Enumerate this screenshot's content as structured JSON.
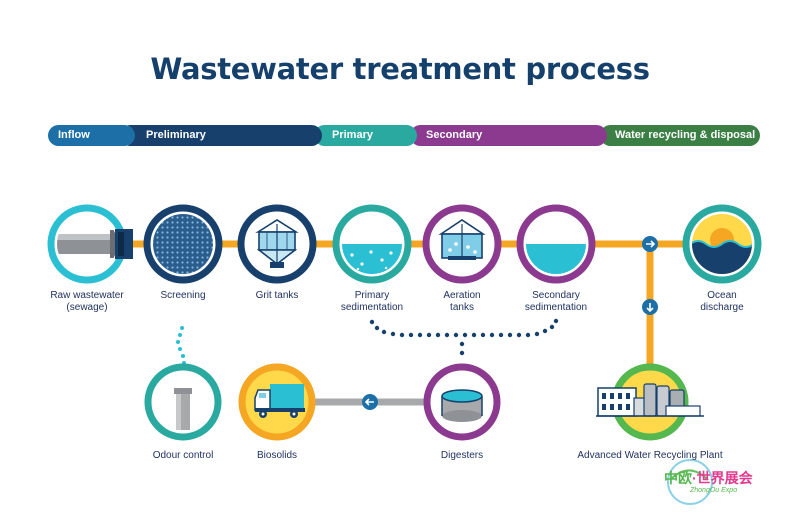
{
  "title": "Wastewater treatment process",
  "colors": {
    "navy": "#17406d",
    "blue": "#1d6fa8",
    "teal": "#2aa9a1",
    "purple": "#8b3a8f",
    "green": "#3b7f45",
    "orange": "#f5a623",
    "cyan": "#2bbfd3",
    "gray": "#a7a9ab"
  },
  "stages": [
    {
      "label": "Inflow"
    },
    {
      "label": "Preliminary"
    },
    {
      "label": "Primary"
    },
    {
      "label": "Secondary"
    },
    {
      "label": "Water recycling & disposal"
    }
  ],
  "nodes": [
    {
      "label": "Raw wastewater\n(sewage)",
      "icon": "pipe-icon"
    },
    {
      "label": "Screening",
      "icon": "screen-mesh-icon"
    },
    {
      "label": "Grit tanks",
      "icon": "grit-tank-icon"
    },
    {
      "label": "Primary\nsedimentation",
      "icon": "sedimentation-tank-icon"
    },
    {
      "label": "Aeration\ntanks",
      "icon": "aeration-tank-icon"
    },
    {
      "label": "Secondary\nsedimentation",
      "icon": "water-level-icon"
    },
    {
      "label": "Ocean\ndischarge",
      "icon": "ocean-sun-icon"
    },
    {
      "label": "Advanced Water Recycling Plant",
      "icon": "factory-icon"
    },
    {
      "label": "Digesters",
      "icon": "digester-tank-icon"
    },
    {
      "label": "Biosolids",
      "icon": "truck-icon"
    },
    {
      "label": "Odour control",
      "icon": "stack-icon"
    }
  ],
  "watermark": {
    "main_a": "中欧",
    "main_b": "·世界展会",
    "sub": "ZhongOu Expo"
  }
}
